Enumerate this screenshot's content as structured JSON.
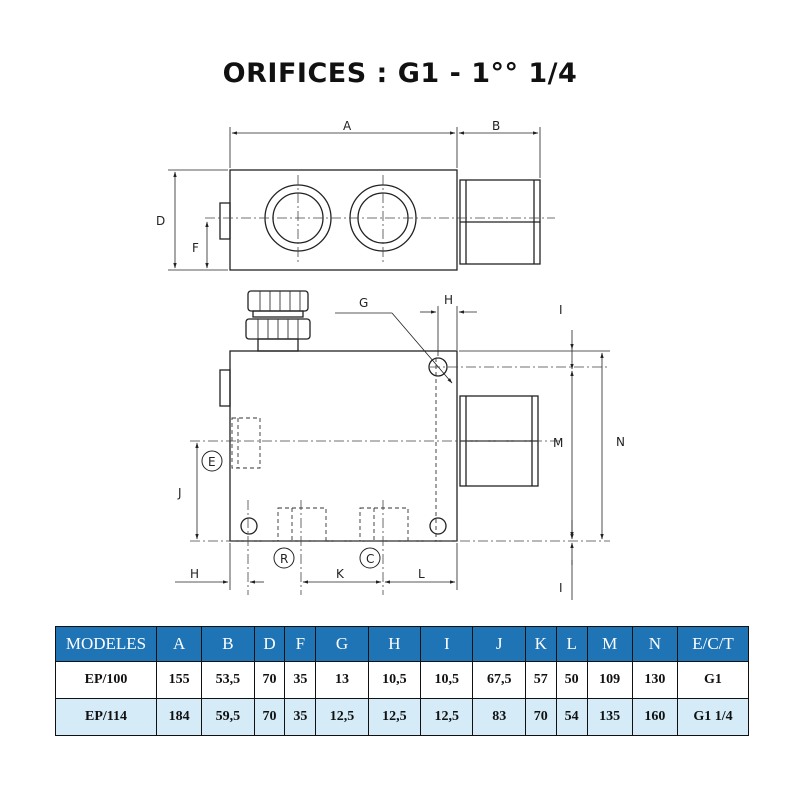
{
  "title": "ORIFICES : G1 - 1°° 1/4",
  "drawing": {
    "labels": {
      "A": "A",
      "B": "B",
      "D": "D",
      "F": "F",
      "G": "G",
      "H": "H",
      "I": "I",
      "M": "M",
      "N": "N",
      "J": "J",
      "K": "K",
      "L": "L",
      "E": "E",
      "R": "R",
      "C": "C"
    }
  },
  "table": {
    "headers": [
      "MODELES",
      "A",
      "B",
      "D",
      "F",
      "G",
      "H",
      "I",
      "J",
      "K",
      "L",
      "M",
      "N",
      "E/C/T"
    ],
    "rows": [
      [
        "EP/100",
        "155",
        "53,5",
        "70",
        "35",
        "13",
        "10,5",
        "10,5",
        "67,5",
        "57",
        "50",
        "109",
        "130",
        "G1"
      ],
      [
        "EP/114",
        "184",
        "59,5",
        "70",
        "35",
        "12,5",
        "12,5",
        "12,5",
        "83",
        "70",
        "54",
        "135",
        "160",
        "G1 1/4"
      ]
    ]
  }
}
